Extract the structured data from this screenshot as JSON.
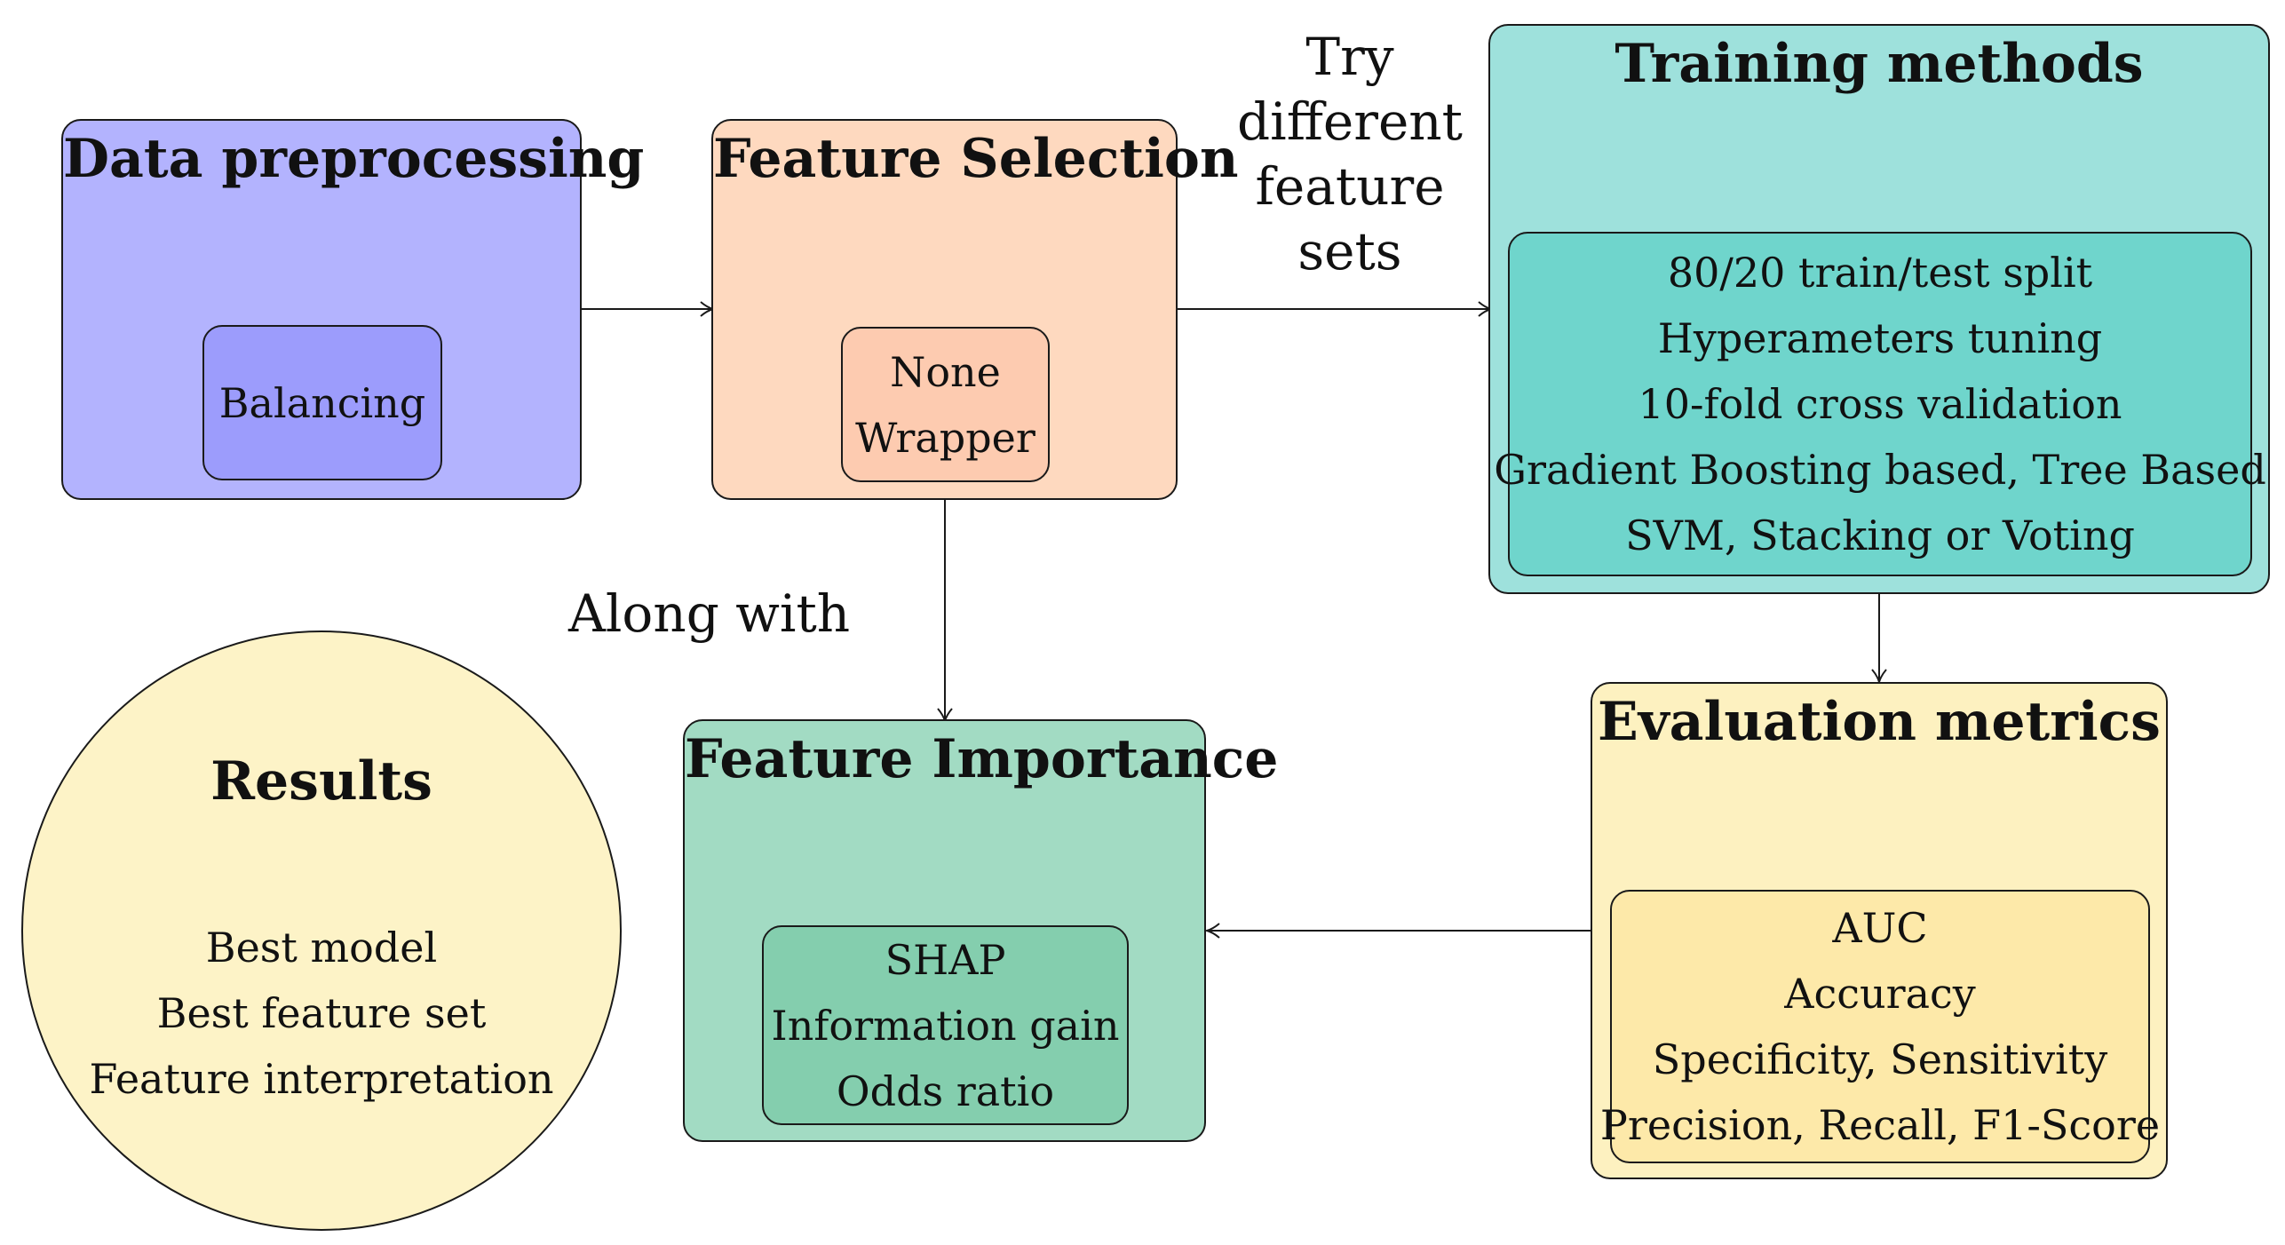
{
  "colors": {
    "preprocessing_fill": "#b3b3fe",
    "preprocessing_inner": "#9c9cfc",
    "selection_fill": "#fed9bf",
    "selection_inner": "#fdcbb0",
    "training_fill": "#9ee1dc",
    "training_inner": "#6fd5cc",
    "evaluation_fill": "#fdf1c0",
    "evaluation_inner": "#fde9a9",
    "importance_fill": "#a2dbc3",
    "importance_inner": "#84ceae",
    "results_fill": "#fdf3c7"
  },
  "nodes": {
    "preprocessing": {
      "title": "Data preprocessing",
      "items": [
        "Balancing"
      ]
    },
    "selection": {
      "title": "Feature Selection",
      "items": [
        "None",
        "Wrapper"
      ]
    },
    "training": {
      "title": "Training methods",
      "items": [
        "80/20 train/test split",
        "Hyperameters tuning",
        "10-fold cross validation",
        "Gradient Boosting based, Tree Based",
        "SVM, Stacking or Voting"
      ]
    },
    "evaluation": {
      "title": "Evaluation metrics",
      "items": [
        "AUC",
        "Accuracy",
        "Specificity, Sensitivity",
        "Precision, Recall, F1-Score"
      ]
    },
    "importance": {
      "title": "Feature Importance",
      "items": [
        "SHAP",
        "Information gain",
        "Odds ratio"
      ]
    },
    "results": {
      "title": "Results",
      "items": [
        "Best model",
        "Best feature set",
        "Feature interpretation"
      ]
    }
  },
  "edge_labels": {
    "selection_to_training": [
      "Try",
      "different",
      "feature",
      "sets"
    ],
    "selection_to_importance": "Along with"
  }
}
